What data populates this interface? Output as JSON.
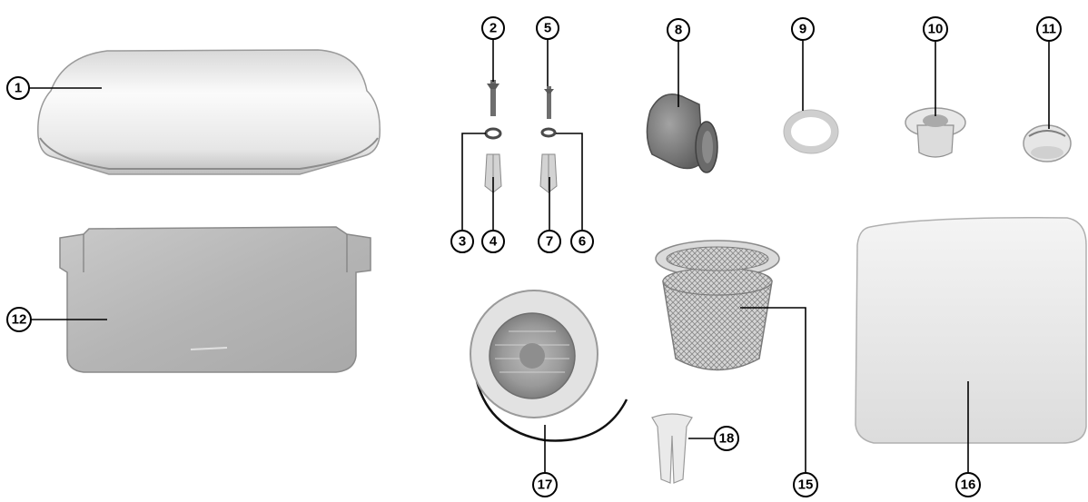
{
  "callouts": [
    {
      "id": "1",
      "label": "1"
    },
    {
      "id": "2",
      "label": "2"
    },
    {
      "id": "3",
      "label": "3"
    },
    {
      "id": "4",
      "label": "4"
    },
    {
      "id": "5",
      "label": "5"
    },
    {
      "id": "6",
      "label": "6"
    },
    {
      "id": "7",
      "label": "7"
    },
    {
      "id": "8",
      "label": "8"
    },
    {
      "id": "9",
      "label": "9"
    },
    {
      "id": "10",
      "label": "10"
    },
    {
      "id": "11",
      "label": "11"
    },
    {
      "id": "12",
      "label": "12"
    },
    {
      "id": "15",
      "label": "15"
    },
    {
      "id": "16",
      "label": "16"
    },
    {
      "id": "17",
      "label": "17"
    },
    {
      "id": "18",
      "label": "18"
    }
  ],
  "colors": {
    "line": "#000000",
    "part_light": "#f2f2f2",
    "part_mid": "#d0d0d0",
    "part_dark": "#7a7a7a"
  }
}
